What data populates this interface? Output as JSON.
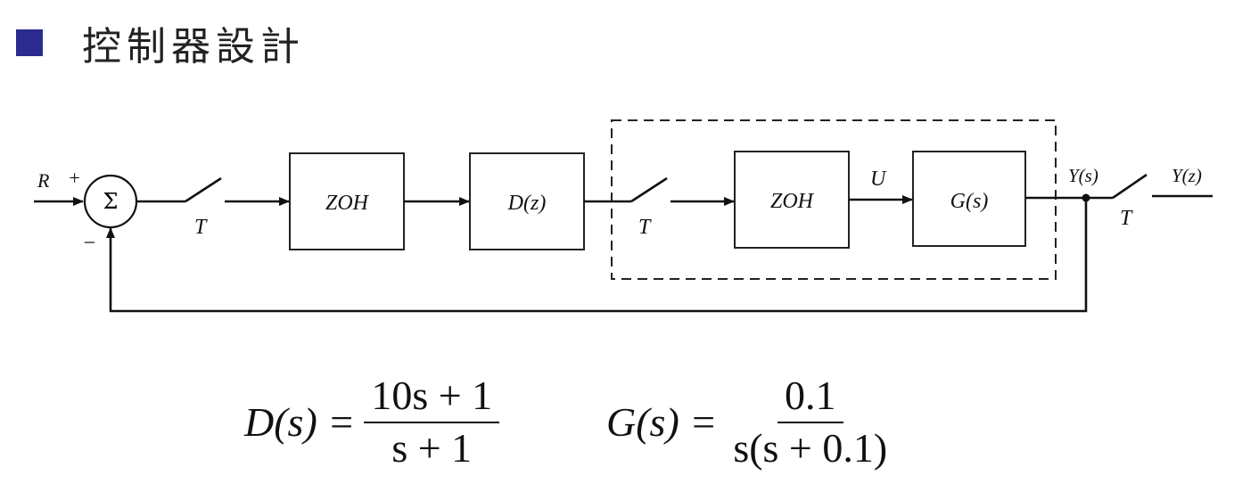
{
  "header": {
    "title": "控制器設計"
  },
  "diagram": {
    "input_label": "R",
    "plus_sign": "+",
    "minus_sign": "−",
    "sum_symbol": "Σ",
    "sampler1_label": "T",
    "zoh1_label": "ZOH",
    "controller_label": "D(z)",
    "sampler2_label": "T",
    "zoh2_label": "ZOH",
    "u_label": "U",
    "plant_label": "G(s)",
    "ys_label": "Y(s)",
    "sampler3_label": "T",
    "yz_label": "Y(z)"
  },
  "equations": {
    "d_lhs": "D(s) =",
    "d_num": "10s + 1",
    "d_den": "s + 1",
    "g_lhs": "G(s) =",
    "g_num": "0.1",
    "g_den": "s(s + 0.1)"
  }
}
